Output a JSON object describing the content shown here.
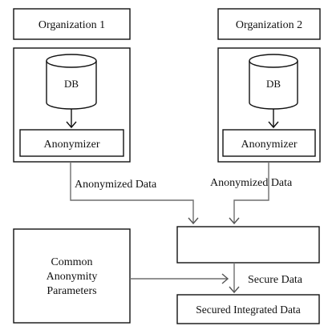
{
  "diagram": {
    "org1_label": "Organization 1",
    "org2_label": "Organization 2",
    "db1_label": "DB",
    "db2_label": "DB",
    "anonymizer1_label": "Anonymizer",
    "anonymizer2_label": "Anonymizer",
    "anonymized_data_left": "Anonymized Data",
    "anonymized_data_right": "Anonymized Data",
    "common_params_line1": "Common",
    "common_params_line2": "Anonymity",
    "common_params_line3": "Parameters",
    "secure_data_label": "Secure Data",
    "secured_integrated_label": "Secured Integrated Data"
  }
}
